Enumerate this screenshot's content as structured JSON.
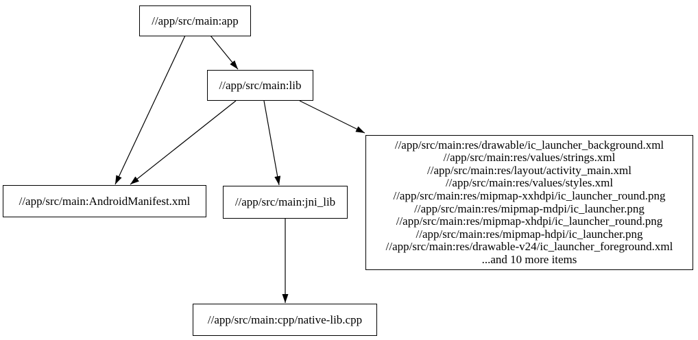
{
  "diagram": {
    "type": "dependency-graph",
    "background_color": "#ffffff",
    "stroke_color": "#000000",
    "text_color": "#000000",
    "nodes": {
      "app": {
        "label": "//app/src/main:app"
      },
      "lib": {
        "label": "//app/src/main:lib"
      },
      "manifest": {
        "label": "//app/src/main:AndroidManifest.xml"
      },
      "jni_lib": {
        "label": "//app/src/main:jni_lib"
      },
      "native_lib": {
        "label": "//app/src/main:cpp/native-lib.cpp"
      },
      "res_group": {
        "lines": [
          "//app/src/main:res/drawable/ic_launcher_background.xml",
          "//app/src/main:res/values/strings.xml",
          "//app/src/main:res/layout/activity_main.xml",
          "//app/src/main:res/values/styles.xml",
          "//app/src/main:res/mipmap-xxhdpi/ic_launcher_round.png",
          "//app/src/main:res/mipmap-mdpi/ic_launcher.png",
          "//app/src/main:res/mipmap-xhdpi/ic_launcher_round.png",
          "//app/src/main:res/mipmap-hdpi/ic_launcher.png",
          "//app/src/main:res/drawable-v24/ic_launcher_foreground.xml",
          "...and 10 more items"
        ]
      }
    },
    "edges": [
      {
        "from": "app",
        "to": "lib"
      },
      {
        "from": "app",
        "to": "manifest"
      },
      {
        "from": "lib",
        "to": "manifest"
      },
      {
        "from": "lib",
        "to": "jni_lib"
      },
      {
        "from": "lib",
        "to": "res_group"
      },
      {
        "from": "jni_lib",
        "to": "native_lib"
      }
    ]
  }
}
